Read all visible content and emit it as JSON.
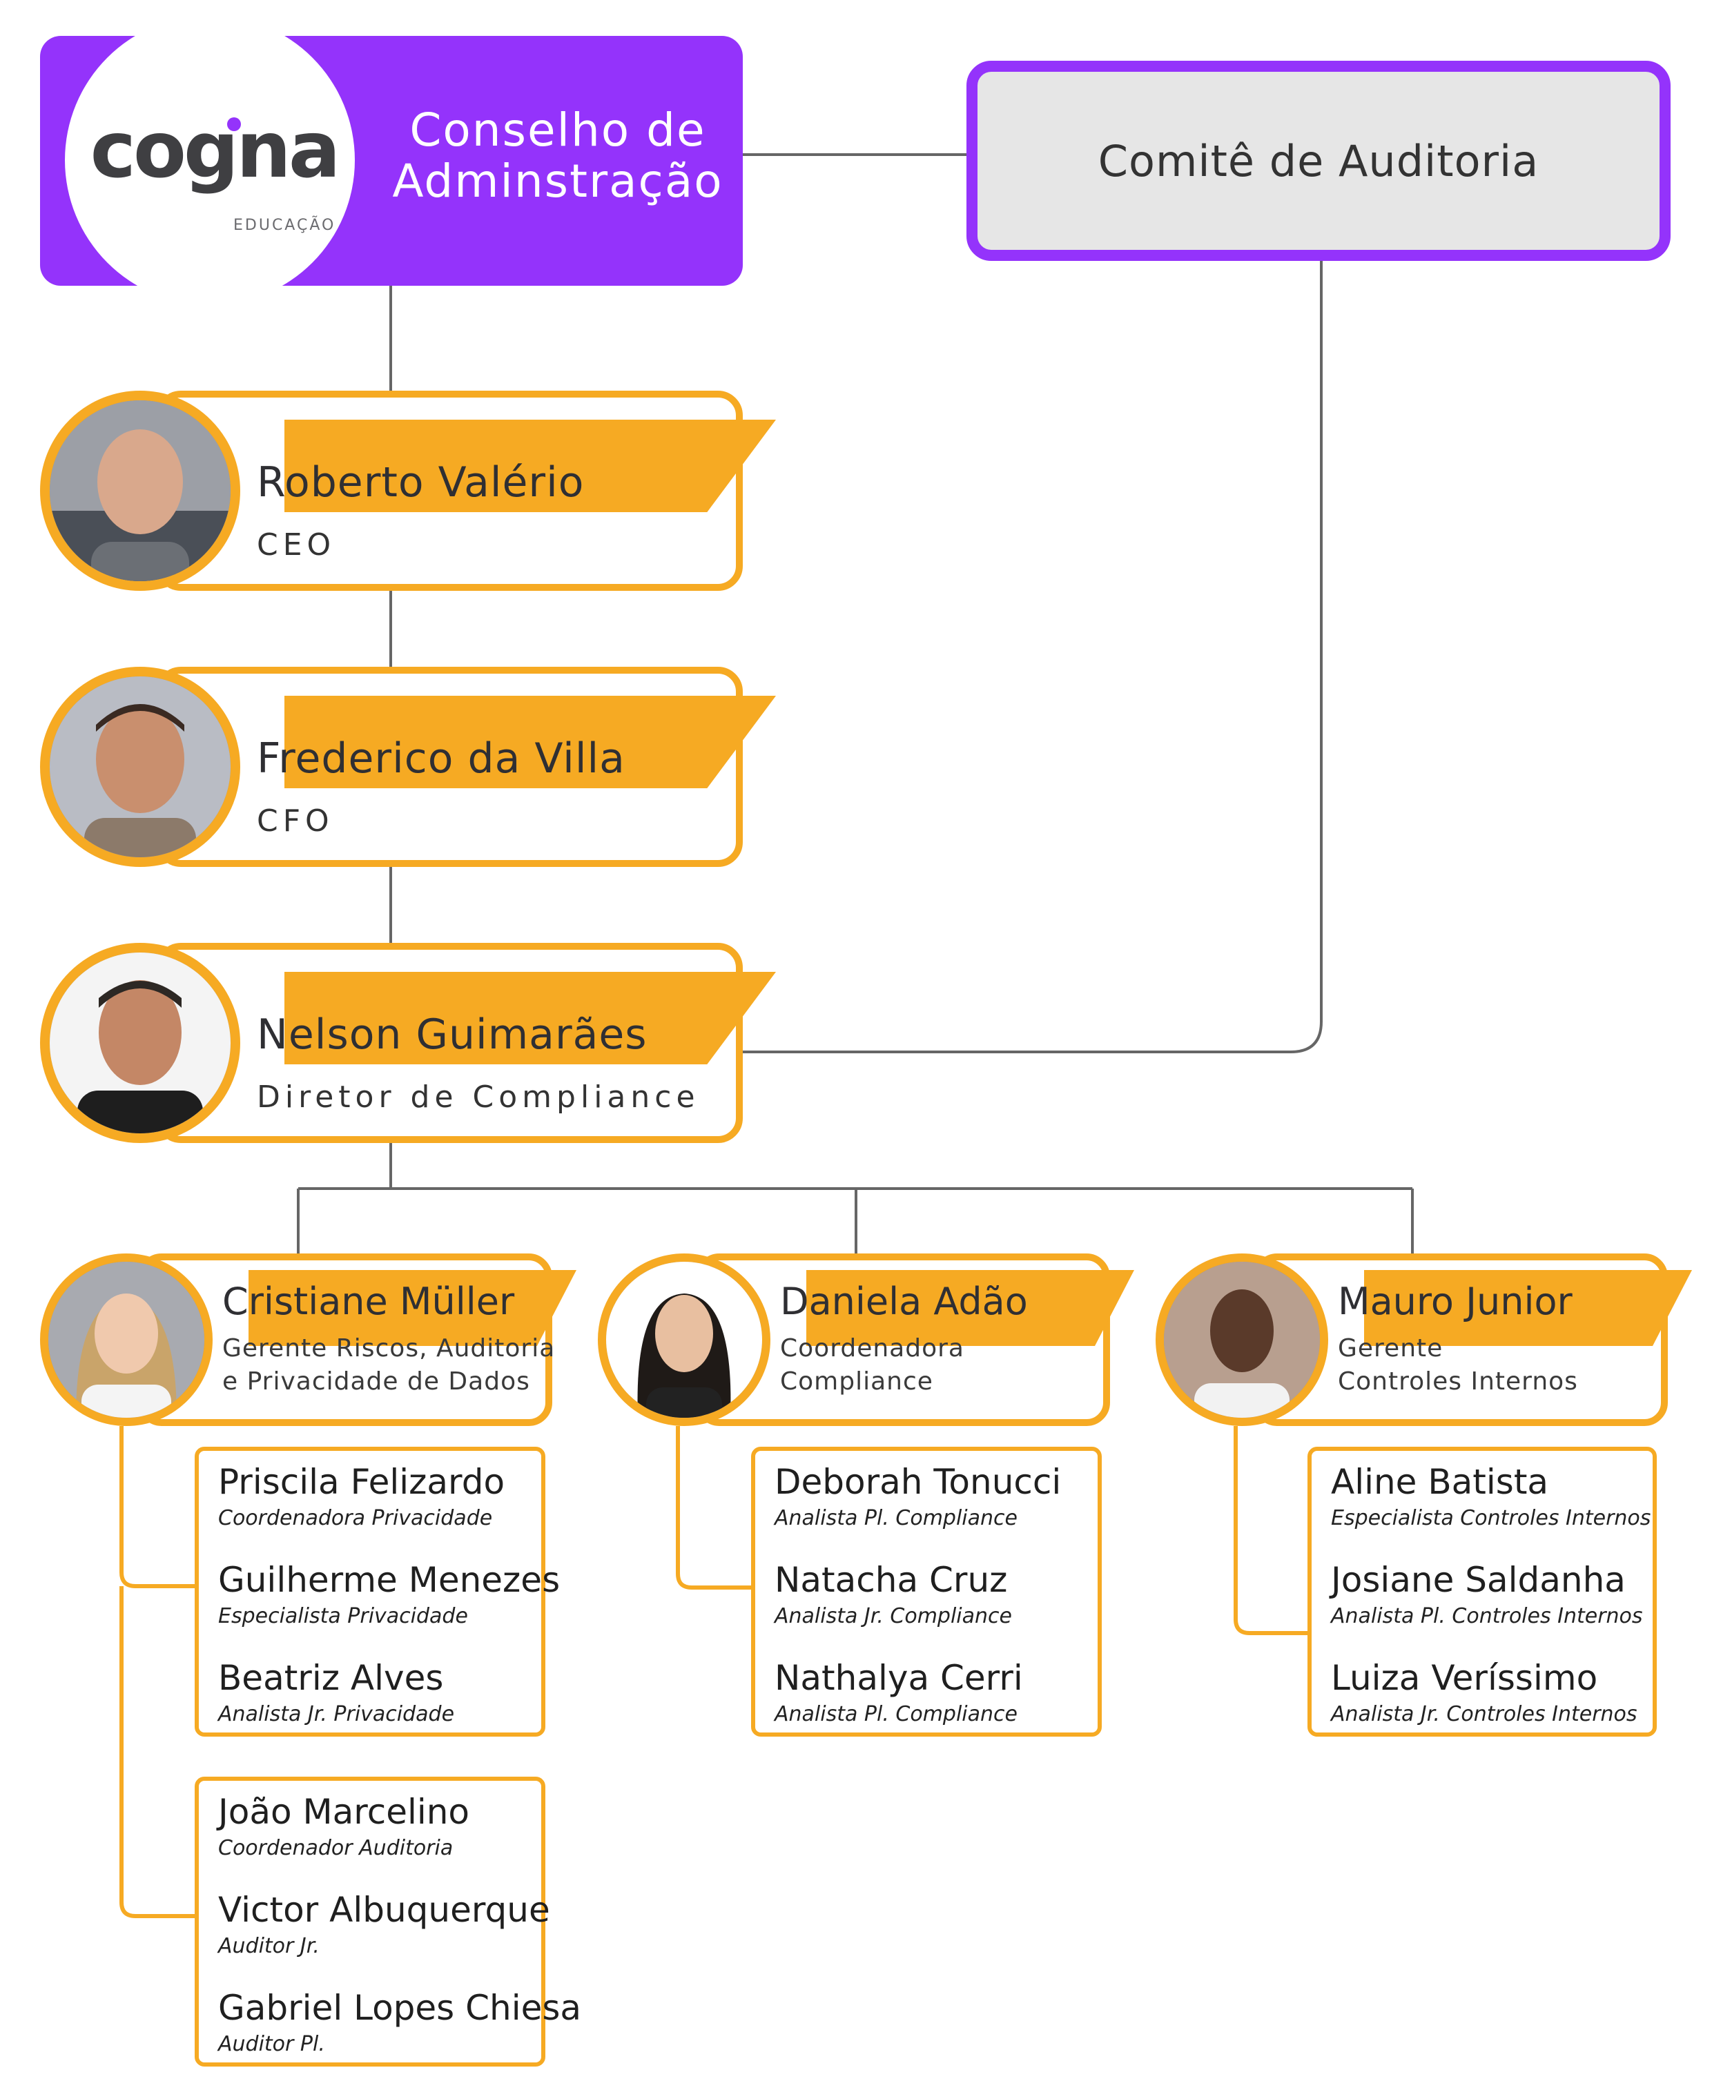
{
  "board": {
    "logo_text": "cogna",
    "logo_subtext": "EDUCAÇÃO",
    "title_line1": "Conselho de",
    "title_line2": "Adminstração"
  },
  "audit_committee": {
    "title": "Comitê de Auditoria"
  },
  "executives": [
    {
      "name": "Roberto Valério",
      "role": "CEO"
    },
    {
      "name": "Frederico da Villa",
      "role": "CFO"
    },
    {
      "name": "Nelson Guimarães",
      "role": "Diretor de Compliance"
    }
  ],
  "managers": [
    {
      "name": "Cristiane Müller",
      "role_line1": "Gerente Riscos, Auditoria",
      "role_line2": "e Privacidade de Dados",
      "teams": [
        [
          {
            "name": "Priscila Felizardo",
            "role": "Coordenadora Privacidade"
          },
          {
            "name": "Guilherme Menezes",
            "role": "Especialista Privacidade"
          },
          {
            "name": "Beatriz Alves",
            "role": "Analista Jr. Privacidade"
          }
        ],
        [
          {
            "name": "João Marcelino",
            "role": "Coordenador Auditoria"
          },
          {
            "name": "Victor Albuquerque",
            "role": "Auditor Jr."
          },
          {
            "name": "Gabriel Lopes Chiesa",
            "role": "Auditor Pl."
          }
        ]
      ]
    },
    {
      "name": "Daniela Adão",
      "role_line1": "Coordenadora",
      "role_line2": "Compliance",
      "teams": [
        [
          {
            "name": "Deborah Tonucci",
            "role": "Analista Pl. Compliance"
          },
          {
            "name": "Natacha Cruz",
            "role": "Analista Jr. Compliance"
          },
          {
            "name": "Nathalya Cerri",
            "role": "Analista Pl. Compliance"
          }
        ]
      ]
    },
    {
      "name": "Mauro Junior",
      "role_line1": "Gerente",
      "role_line2": "Controles Internos",
      "teams": [
        [
          {
            "name": "Aline Batista",
            "role": "Especialista Controles Internos"
          },
          {
            "name": "Josiane Saldanha",
            "role": "Analista Pl. Controles Internos"
          },
          {
            "name": "Luiza Veríssimo",
            "role": "Analista Jr. Controles Internos"
          }
        ]
      ]
    }
  ],
  "colors": {
    "purple": "#9433fb",
    "orange": "#f6aa23",
    "connector": "#666666",
    "text_dark": "#2f2f33"
  }
}
